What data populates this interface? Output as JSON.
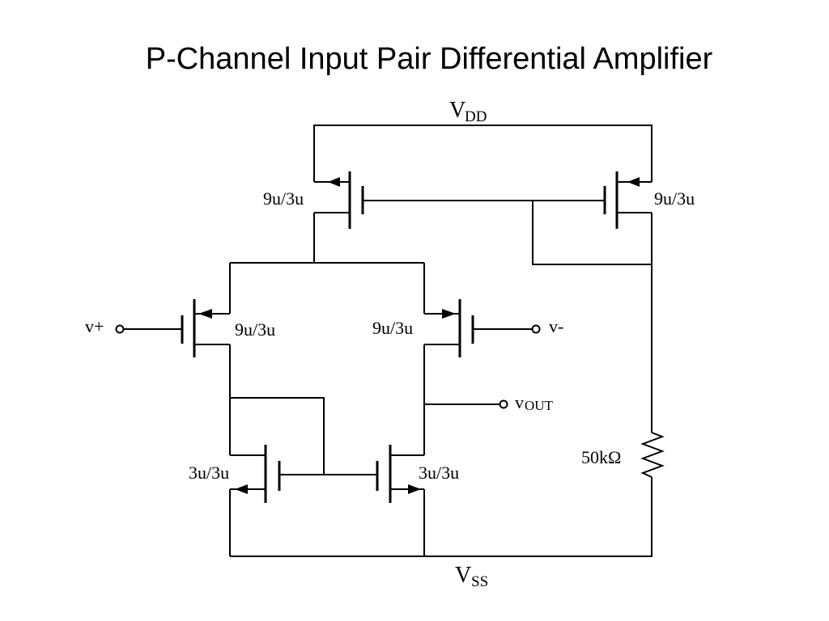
{
  "title": "P-Channel Input Pair Differential Amplifier",
  "rails": {
    "vdd": {
      "main": "V",
      "sub": "DD"
    },
    "vss": {
      "main": "V",
      "sub": "SS"
    }
  },
  "transistors": {
    "tail_source": "9u/3u",
    "bias_mirror": "9u/3u",
    "input_left": "9u/3u",
    "input_right": "9u/3u",
    "load_left": "3u/3u",
    "load_right": "3u/3u"
  },
  "terminals": {
    "vplus": "v+",
    "vminus": "v-",
    "vout": {
      "main": "v",
      "sub": "OUT"
    }
  },
  "resistor": "50kΩ"
}
